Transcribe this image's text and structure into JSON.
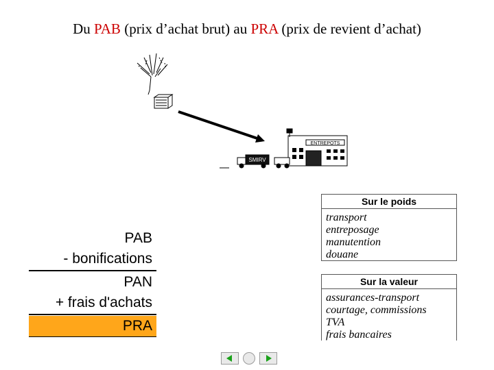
{
  "title": {
    "prefix": "Du ",
    "term1": "PAB",
    "mid": " (prix d’achat brut) au ",
    "term2": "PRA",
    "suffix": " (prix de revient d’achat)"
  },
  "colors": {
    "accent": "#cc0000",
    "highlight": "#ffa61a"
  },
  "illustration": {
    "truck_label": "SMIRV",
    "warehouse_label": "ENTREPOTS",
    "icons": [
      "palm-tree-icon",
      "crate-icon",
      "truck-icon",
      "warehouse-icon"
    ]
  },
  "calc": {
    "pab": "PAB",
    "bonifications": "- bonifications",
    "pan": "PAN",
    "frais": "+ frais d'achats",
    "pra": "PRA"
  },
  "boxes": {
    "poids": {
      "header": "Sur le poids",
      "items": [
        "transport",
        "entreposage",
        "manutention",
        "douane"
      ]
    },
    "valeur": {
      "header": "Sur la valeur",
      "items": [
        "assurances-transport",
        "courtage, commissions",
        "TVA",
        "frais bancaires"
      ]
    }
  },
  "nav": {
    "icons": [
      "previous-icon",
      "home-icon",
      "next-icon"
    ]
  }
}
